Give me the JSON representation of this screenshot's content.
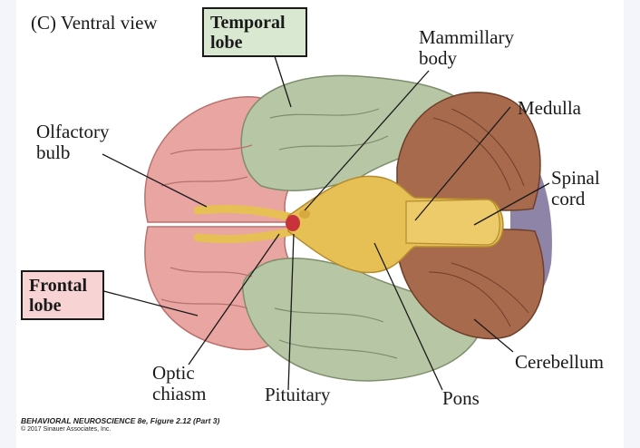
{
  "view_label": "(C)  Ventral view",
  "boxed_labels": {
    "temporal": [
      "Temporal",
      "lobe"
    ],
    "frontal": [
      "Frontal",
      "lobe"
    ]
  },
  "labels": {
    "mammillary": [
      "Mammillary",
      "body"
    ],
    "medulla": "Medulla",
    "olfactory": [
      "Olfactory",
      "bulb"
    ],
    "spinal": [
      "Spinal",
      "cord"
    ],
    "optic": [
      "Optic",
      "chiasm"
    ],
    "pituitary": "Pituitary",
    "pons": "Pons",
    "cerebellum": "Cerebellum"
  },
  "credit": {
    "line1": "BEHAVIORAL NEUROSCIENCE 8e, Figure 2.12 (Part 3)",
    "line2": "© 2017 Sinauer Associates, Inc."
  },
  "colors": {
    "frontal": "#e8a5a2",
    "temporal": "#b7c6a4",
    "brainstem": "#e6bf55",
    "cerebellum": "#a86a4c",
    "spinal_end": "#8d84a8",
    "temporal_box": "#d9e8d0",
    "frontal_box": "#f7d3d3"
  }
}
